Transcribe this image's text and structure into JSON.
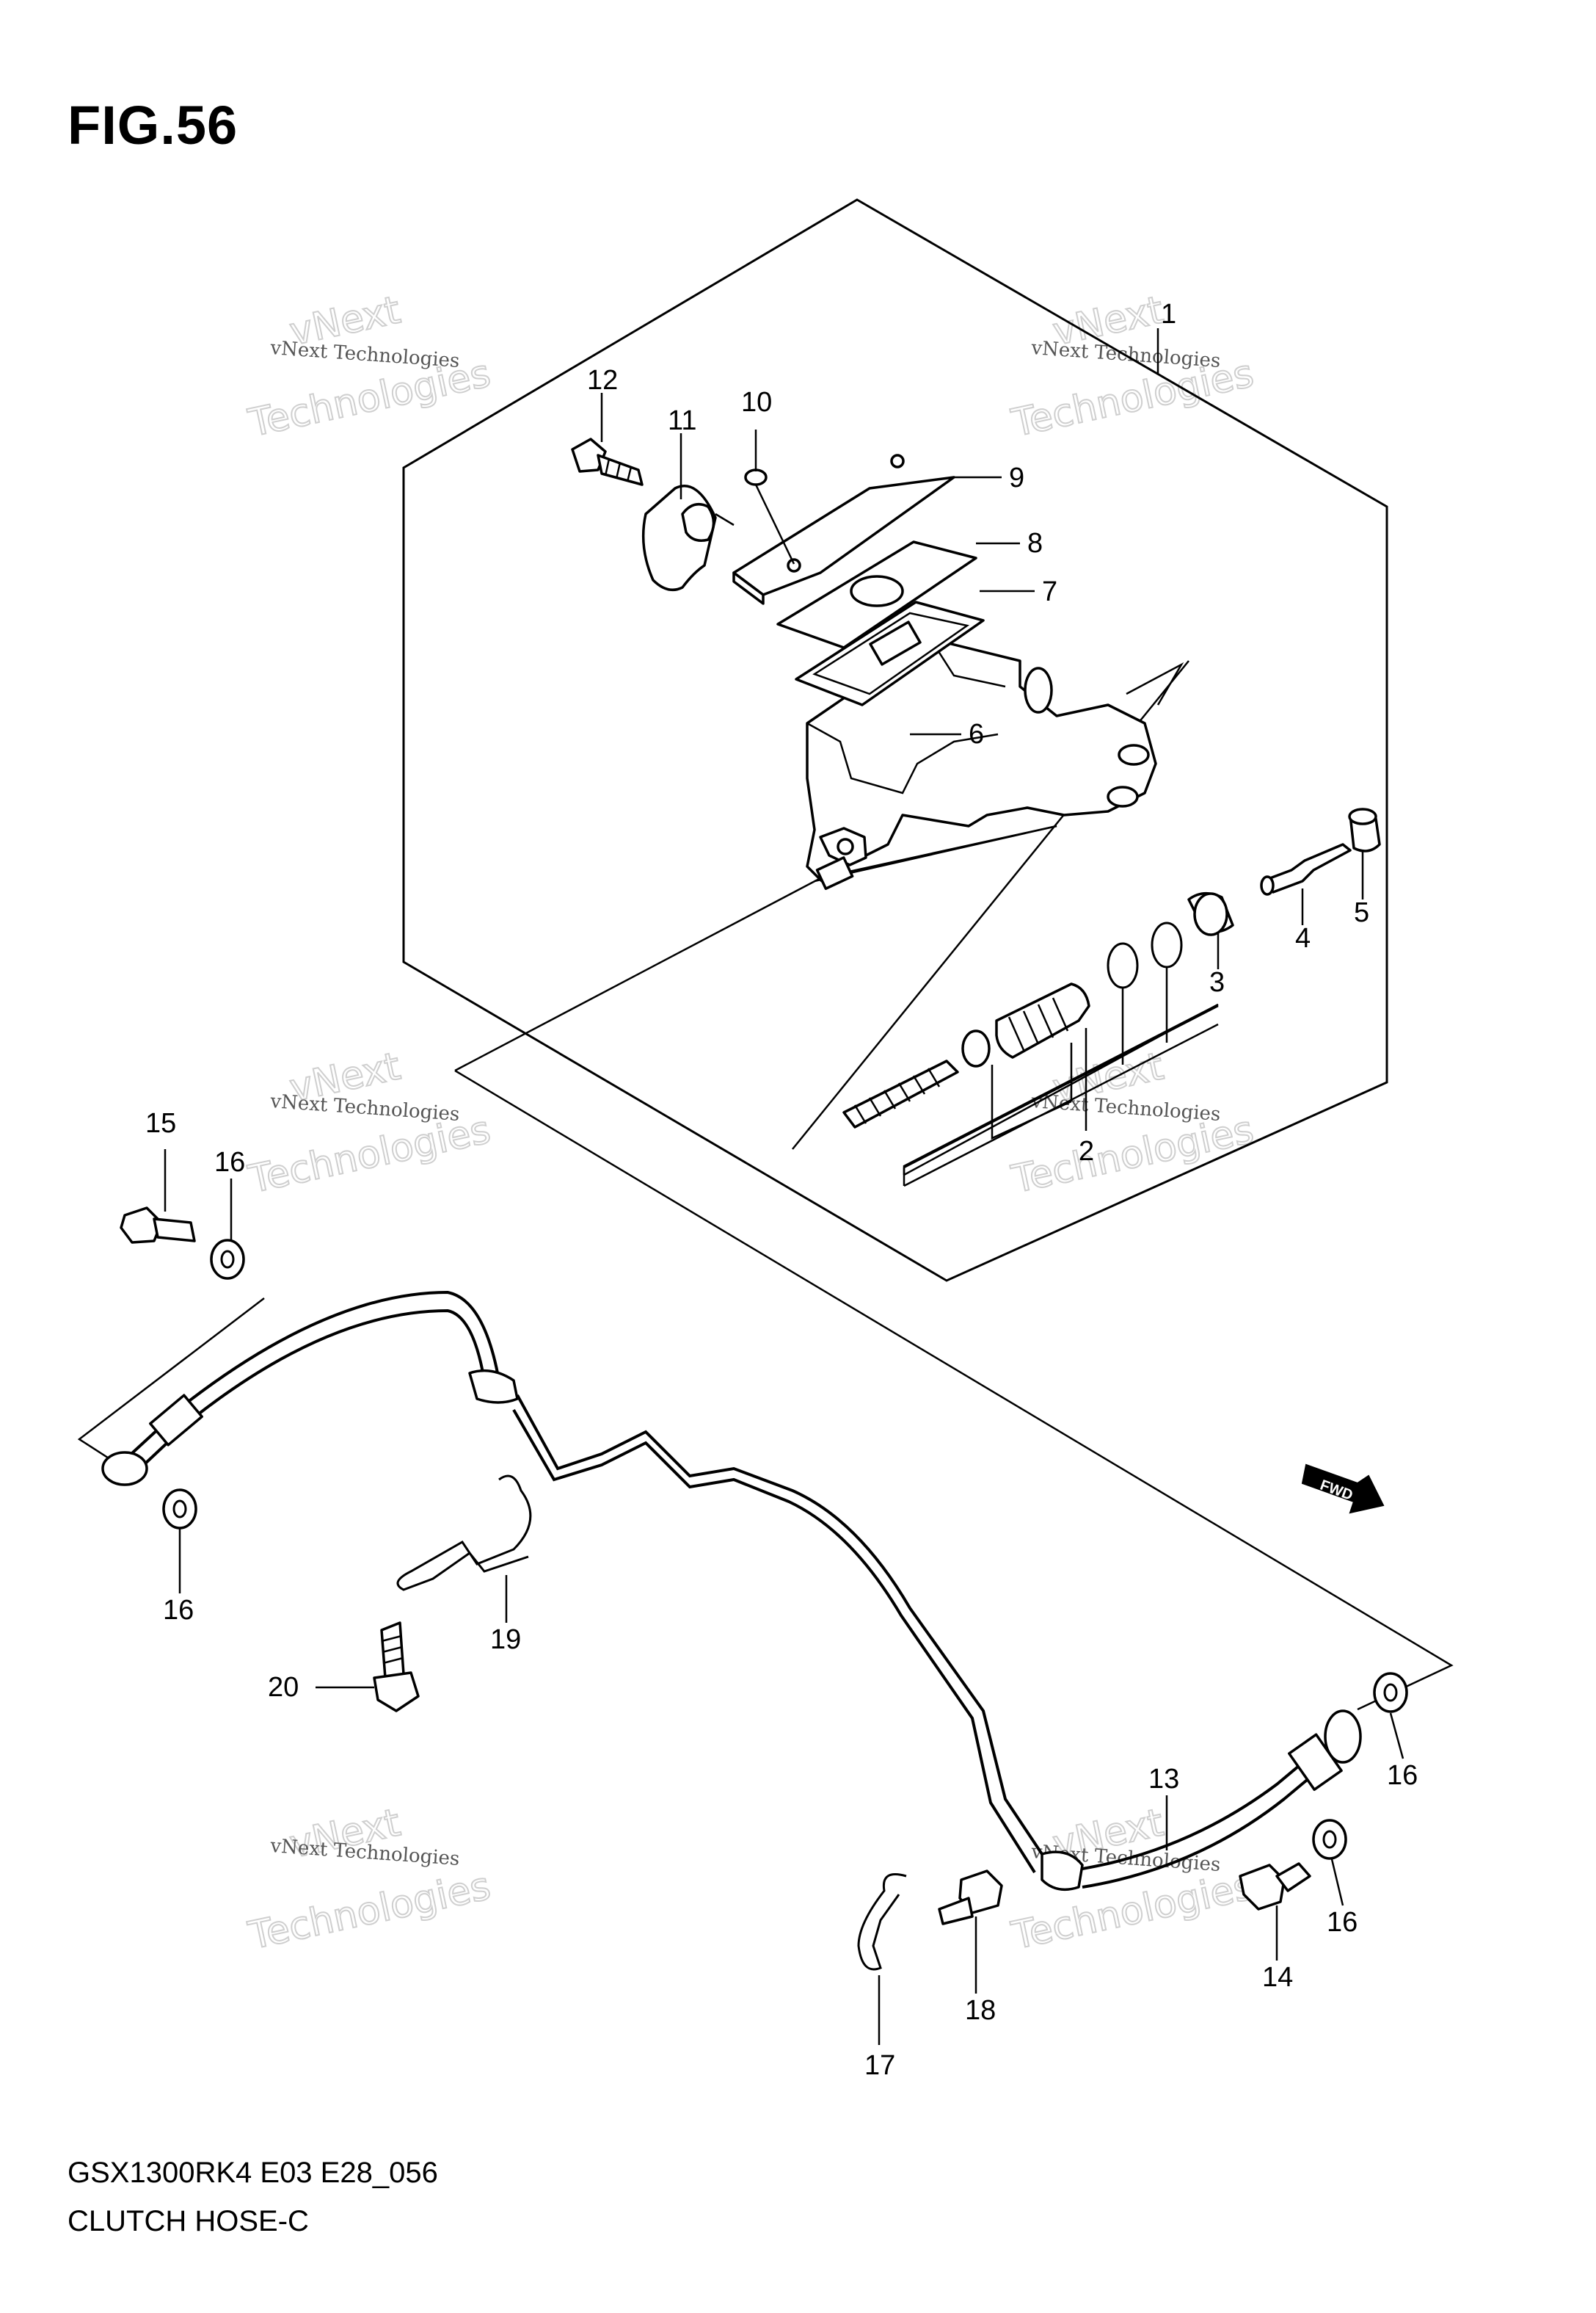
{
  "header": {
    "figure_title": "FIG.56"
  },
  "footer": {
    "model_code": "GSX1300RK4 E03 E28_056",
    "diagram_name": "CLUTCH HOSE-C"
  },
  "watermark": {
    "line1": "vNext",
    "line2": "Technologies",
    "caption": "vNext Technologies"
  },
  "direction_badge": {
    "text": "FWD"
  },
  "callouts": {
    "c1": "1",
    "c2": "2",
    "c3": "3",
    "c4": "4",
    "c5": "5",
    "c6": "6",
    "c7": "7",
    "c8": "8",
    "c9": "9",
    "c10": "10",
    "c11": "11",
    "c12": "12",
    "c13": "13",
    "c14": "14",
    "c15": "15",
    "c16a": "16",
    "c16b": "16",
    "c16c": "16",
    "c16d": "16",
    "c17": "17",
    "c18": "18",
    "c19": "19",
    "c20": "20"
  }
}
